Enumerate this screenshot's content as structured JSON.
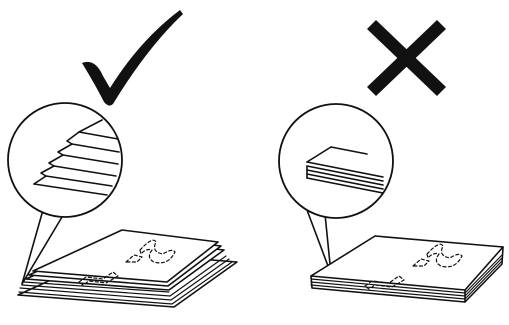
{
  "diagram": {
    "panels": [
      {
        "status": "correct",
        "marker_icon": "checkmark-icon",
        "marker_color": "#111111",
        "illustration": "fanned-paper-stack"
      },
      {
        "status": "incorrect",
        "marker_icon": "cross-icon",
        "marker_color": "#111111",
        "illustration": "aligned-paper-stack"
      }
    ]
  }
}
